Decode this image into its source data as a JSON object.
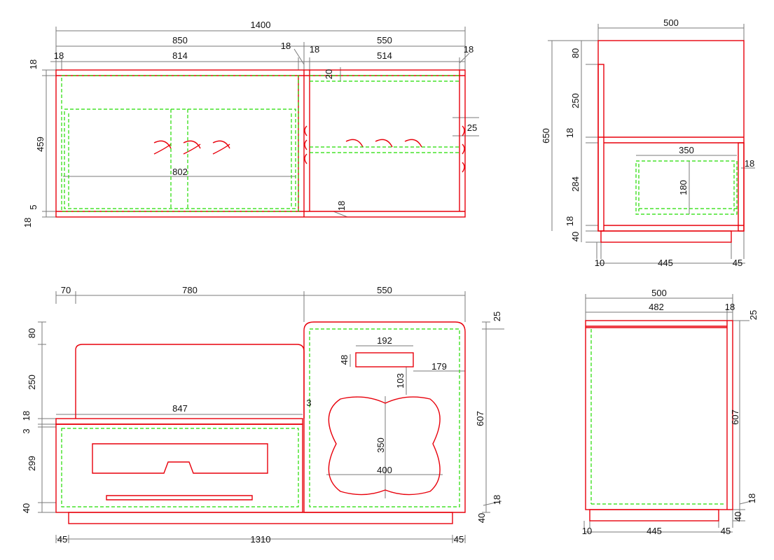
{
  "colors": {
    "outline": "#e8000b",
    "hidden": "#22dd00",
    "dimension": "#7a7a7a",
    "text": "#111111"
  },
  "front": {
    "overall": "1400",
    "left_w": "850",
    "right_w": "550",
    "t_left": "18",
    "left_inner": "814",
    "t_mid": "18",
    "t_mid2": "18",
    "right_inner": "514",
    "t_right": "18",
    "top_t": "18",
    "height": "459",
    "gap": "5",
    "bottom_t": "18",
    "shelf_offset": "20",
    "shelf_gap": "25",
    "inner_w": "802",
    "base_t": "18"
  },
  "side_top": {
    "width": "500",
    "top_h": "80",
    "upper_h": "250",
    "shelf_t": "18",
    "total_h": "650",
    "drawer_w": "350",
    "side_t": "18",
    "lower_h": "284",
    "drawer_h": "180",
    "bottom_t": "18",
    "plinth_h": "40",
    "left_off": "10",
    "depth": "445",
    "right_off": "45"
  },
  "rear": {
    "left_off": "70",
    "mid_w": "780",
    "right_w": "550",
    "top_h": "80",
    "back_h": "250",
    "shelf_t": "18",
    "gap": "3",
    "lower_h": "299",
    "plinth_h": "40",
    "slot_w": "847",
    "gap2": "3",
    "handle_w": "192",
    "handle_h": "48",
    "handle_off": "179",
    "handle_drop": "103",
    "opening_h": "350",
    "opening_w": "400",
    "corner": "25",
    "panel_h": "607",
    "bottom_t": "18",
    "plinth2": "40",
    "foot_l": "45",
    "foot_w": "1310",
    "foot_r": "45"
  },
  "side_bottom": {
    "width": "500",
    "inner_w": "482",
    "back_t": "18",
    "corner": "25",
    "height": "607",
    "bottom_t": "18",
    "plinth_h": "40",
    "left_off": "10",
    "depth": "445",
    "right_off": "45"
  }
}
